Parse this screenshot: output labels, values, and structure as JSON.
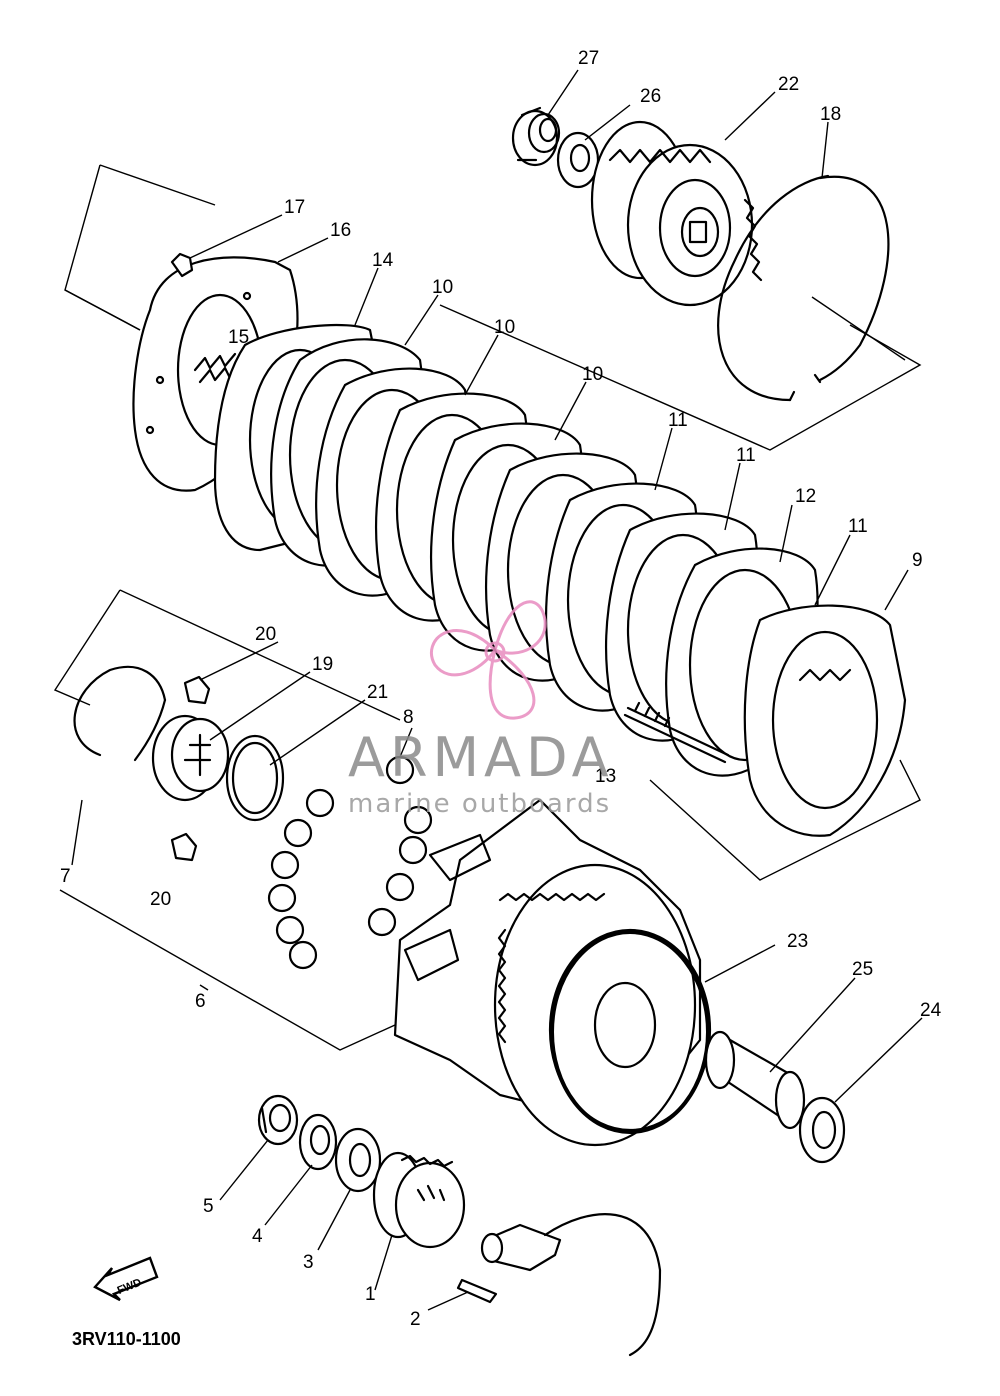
{
  "diagram": {
    "code": "3RV110-1100",
    "fwd_label": "FWD",
    "callouts": [
      {
        "id": "c1",
        "label": "1"
      },
      {
        "id": "c2",
        "label": "2"
      },
      {
        "id": "c3",
        "label": "3"
      },
      {
        "id": "c4",
        "label": "4"
      },
      {
        "id": "c5",
        "label": "5"
      },
      {
        "id": "c6",
        "label": "6"
      },
      {
        "id": "c7",
        "label": "7"
      },
      {
        "id": "c8",
        "label": "8"
      },
      {
        "id": "c9",
        "label": "9"
      },
      {
        "id": "c10a",
        "label": "10"
      },
      {
        "id": "c10b",
        "label": "10"
      },
      {
        "id": "c10c",
        "label": "10"
      },
      {
        "id": "c11a",
        "label": "11"
      },
      {
        "id": "c11b",
        "label": "11"
      },
      {
        "id": "c11c",
        "label": "11"
      },
      {
        "id": "c12",
        "label": "12"
      },
      {
        "id": "c13",
        "label": "13"
      },
      {
        "id": "c14",
        "label": "14"
      },
      {
        "id": "c15",
        "label": "15"
      },
      {
        "id": "c16",
        "label": "16"
      },
      {
        "id": "c17",
        "label": "17"
      },
      {
        "id": "c18",
        "label": "18"
      },
      {
        "id": "c19",
        "label": "19"
      },
      {
        "id": "c20a",
        "label": "20"
      },
      {
        "id": "c20b",
        "label": "20"
      },
      {
        "id": "c21",
        "label": "21"
      },
      {
        "id": "c22",
        "label": "22"
      },
      {
        "id": "c23",
        "label": "23"
      },
      {
        "id": "c24",
        "label": "24"
      },
      {
        "id": "c25",
        "label": "25"
      },
      {
        "id": "c26",
        "label": "26"
      },
      {
        "id": "c27",
        "label": "27"
      }
    ]
  },
  "watermark": {
    "brand": "ARMADA",
    "tagline": "marine outboards",
    "colors": {
      "propeller": "#e88bbf",
      "text": "#8a8a8a"
    }
  }
}
